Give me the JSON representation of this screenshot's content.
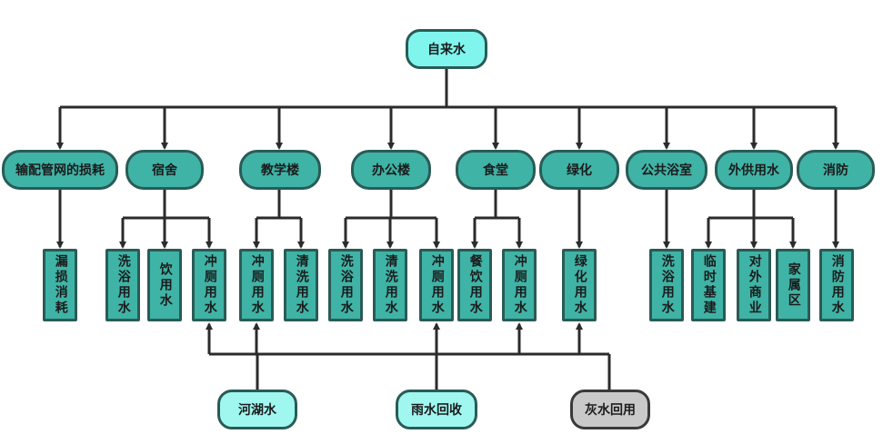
{
  "root": "自来水",
  "categories": [
    {
      "label": "输配管网的损耗",
      "children": [
        "漏损消耗"
      ]
    },
    {
      "label": "宿舍",
      "children": [
        "洗浴用水",
        "饮用水",
        "冲厕用水"
      ]
    },
    {
      "label": "教学楼",
      "children": [
        "冲厕用水",
        "清洗用水"
      ]
    },
    {
      "label": "办公楼",
      "children": [
        "洗浴用水",
        "清洗用水",
        "冲厕用水"
      ]
    },
    {
      "label": "食堂",
      "children": [
        "餐饮用水",
        "冲厕用水"
      ]
    },
    {
      "label": "绿化",
      "children": [
        "绿化用水"
      ]
    },
    {
      "label": "公共浴室",
      "children": [
        "洗浴用水"
      ]
    },
    {
      "label": "外供用水",
      "children": [
        "临时基建",
        "对外商业",
        "家属区"
      ]
    },
    {
      "label": "消防",
      "children": [
        "消防用水"
      ]
    }
  ],
  "sources": [
    "河湖水",
    "雨水回收",
    "灰水回用"
  ],
  "colors": {
    "node_fill": "#3fb3a6",
    "node_border": "#2a5b56",
    "root_fill": "#7ff5ee",
    "source_fill": "#9ff7f0",
    "greywater_fill": "#c9c9c9",
    "line": "#2b2b2b"
  }
}
